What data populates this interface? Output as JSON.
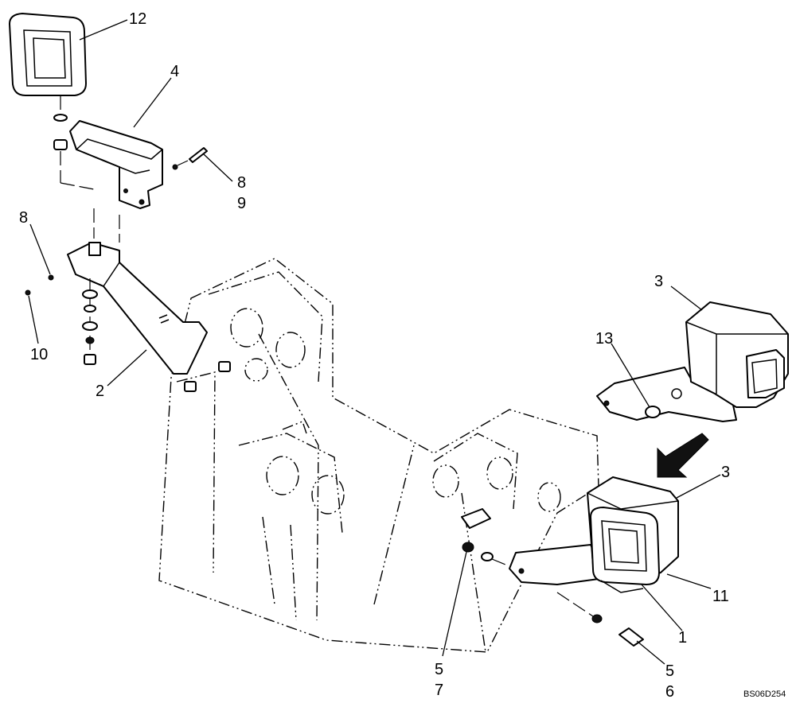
{
  "callouts": [
    {
      "id": "c12",
      "text": "12"
    },
    {
      "id": "c4",
      "text": "4"
    },
    {
      "id": "c8a",
      "text": "8"
    },
    {
      "id": "c9",
      "text": "9"
    },
    {
      "id": "c8b",
      "text": "8"
    },
    {
      "id": "c10",
      "text": "10"
    },
    {
      "id": "c2",
      "text": "2"
    },
    {
      "id": "c3a",
      "text": "3"
    },
    {
      "id": "c13",
      "text": "13"
    },
    {
      "id": "c3b",
      "text": "3"
    },
    {
      "id": "c11",
      "text": "11"
    },
    {
      "id": "c1",
      "text": "1"
    },
    {
      "id": "c5a",
      "text": "5"
    },
    {
      "id": "c7",
      "text": "7"
    },
    {
      "id": "c5b",
      "text": "5"
    },
    {
      "id": "c6",
      "text": "6"
    }
  ],
  "drawing_ref": "BS06D254"
}
